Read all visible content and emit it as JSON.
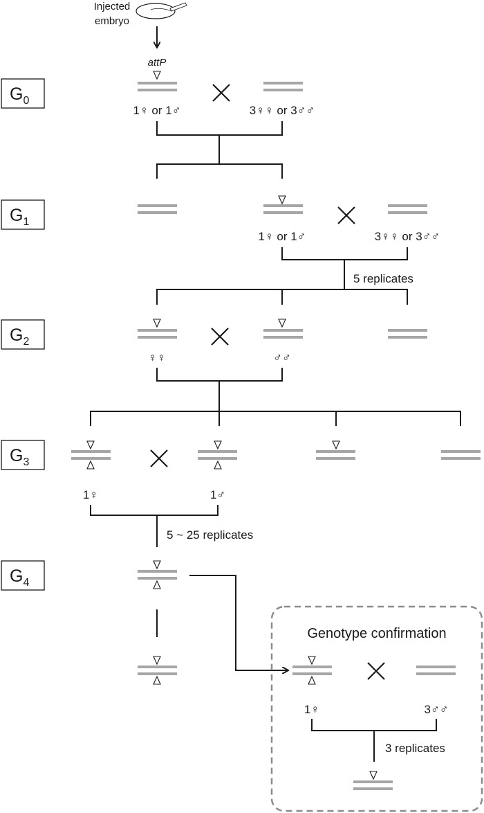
{
  "top": {
    "injected_line1": "Injected",
    "injected_line2": "embryo",
    "site_label": "attP"
  },
  "generations": [
    {
      "prefix": "G",
      "sub": "0"
    },
    {
      "prefix": "G",
      "sub": "1"
    },
    {
      "prefix": "G",
      "sub": "2"
    },
    {
      "prefix": "G",
      "sub": "3"
    },
    {
      "prefix": "G",
      "sub": "4"
    }
  ],
  "g0": {
    "left_parent": "1♀ or 1♂",
    "right_parent": "3♀♀ or 3♂♂"
  },
  "g1": {
    "left_parent": "1♀ or 1♂",
    "right_parent": "3♀♀ or 3♂♂",
    "replicates": "5 replicates"
  },
  "g2": {
    "females": "♀♀",
    "males": "♂♂"
  },
  "g3": {
    "female": "1♀",
    "male": "1♂",
    "replicates": "5 ~ 25 replicates"
  },
  "confirmation": {
    "title": "Genotype confirmation",
    "female": "1♀",
    "males": "3♂♂",
    "replicates": "3 replicates"
  },
  "colors": {
    "chromosome": "#a6a6a6",
    "line": "#1a1a1a",
    "dashed_box": "#8c8c8c"
  }
}
